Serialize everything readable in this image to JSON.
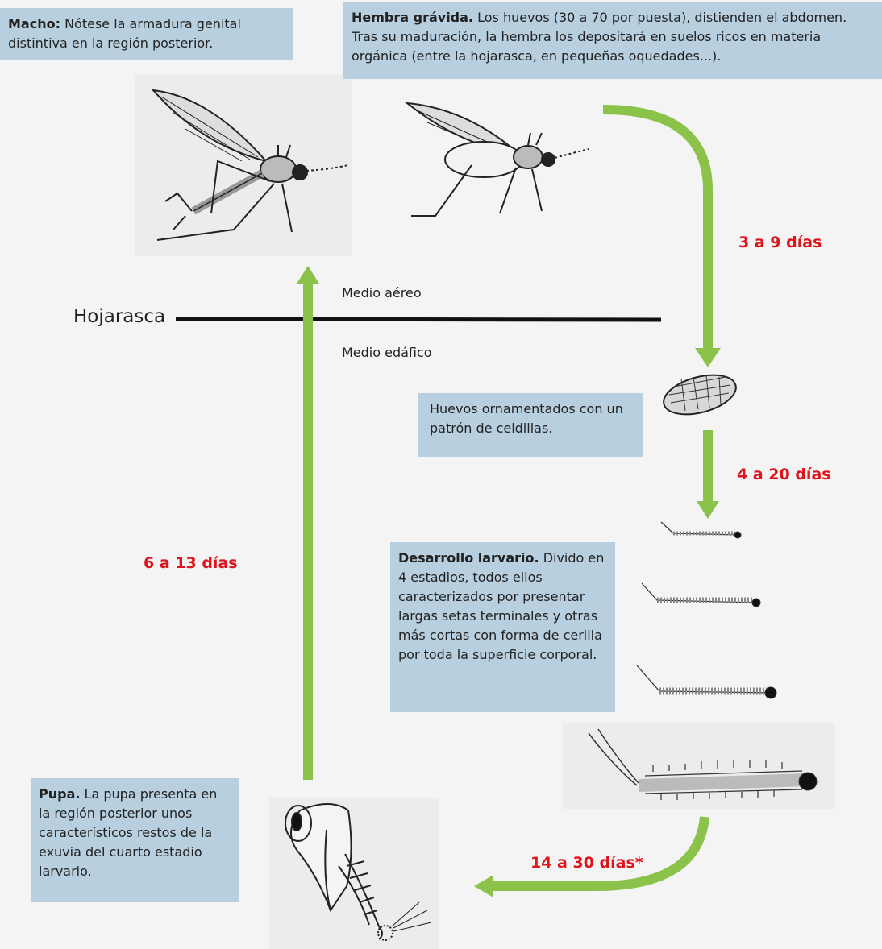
{
  "boxes": {
    "male": {
      "title": "Macho:",
      "text": " Nótese la armadura genital distintiva en la región posterior."
    },
    "female": {
      "title": "Hembra grávida.",
      "text": " Los huevos (30 a 70 por puesta), distienden el abdomen. Tras su maduración, la hembra los depositará en suelos ricos en materia orgánica (entre la hojarasca, en pequeñas oquedades...)."
    },
    "eggs": {
      "text": "Huevos ornamentados con un patrón de celdillas."
    },
    "larva": {
      "title": "Desarrollo larvario.",
      "text": " Divido en 4 estadios, todos ellos caracterizados por presentar largas setas terminales y otras más cortas con forma de cerilla por toda la superficie corporal."
    },
    "pupa": {
      "title": "Pupa.",
      "text": " La pupa presenta en la región posterior unos característicos restos de la exuvia del cuarto estadio larvario."
    }
  },
  "labels": {
    "hojarasca": "Hojarasca",
    "aereo": "Medio aéreo",
    "edafico": "Medio edáfico"
  },
  "durations": {
    "female_to_egg": "3 a 9 días",
    "egg_to_larva": "4 a 20 días",
    "larva_to_pupa": "14 a 30 días*",
    "pupa_to_adult": "6 a 13 días"
  },
  "colors": {
    "arrow": "#8bc34a",
    "days": "#e0141c",
    "box": "#b8cfe0"
  }
}
